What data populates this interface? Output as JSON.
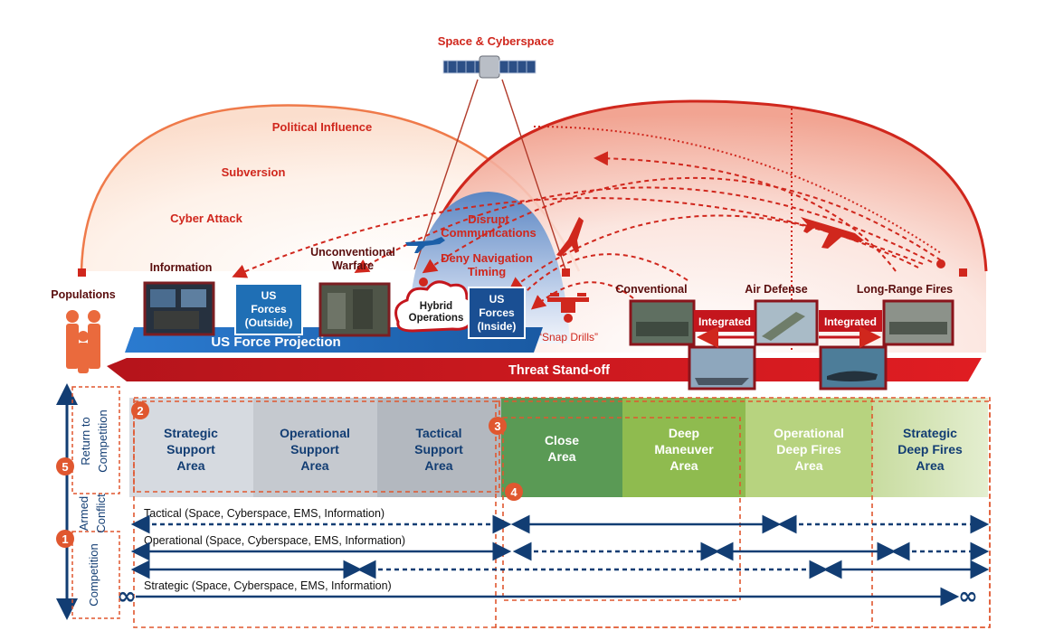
{
  "space": {
    "label": "Space & Cyberspace"
  },
  "threats": {
    "political": "Political Influence",
    "subversion": "Subversion",
    "cyber": "Cyber Attack",
    "information": "Information",
    "unconventional_1": "Unconventional",
    "unconventional_2": "Warfare",
    "disrupt_1": "Disrupt",
    "disrupt_2": "Communications",
    "deny_1": "Deny Navigation",
    "deny_2": "Timing",
    "snap_drills": "“Snap Drills”",
    "conventional": "Conventional",
    "air_defense": "Air Defense",
    "long_range": "Long-Range Fires",
    "integrated_1": "Integrated",
    "integrated_2": "Integrated"
  },
  "left": {
    "populations": "Populations"
  },
  "us": {
    "outside_1": "US",
    "outside_2": "Forces",
    "outside_3": "(Outside)",
    "inside_1": "US",
    "inside_2": "Forces",
    "inside_3": "(Inside)",
    "hybrid_1": "Hybrid",
    "hybrid_2": "Operations",
    "projection": "US Force Projection"
  },
  "standoff": {
    "label": "Threat Stand-off"
  },
  "areas": [
    {
      "l1": "Strategic",
      "l2": "Support",
      "l3": "Area"
    },
    {
      "l1": "Operational",
      "l2": "Support",
      "l3": "Area"
    },
    {
      "l1": "Tactical",
      "l2": "Support",
      "l3": "Area"
    },
    {
      "l1": "Close",
      "l2": "Area",
      "l3": ""
    },
    {
      "l1": "Deep",
      "l2": "Maneuver",
      "l3": "Area"
    },
    {
      "l1": "Operational",
      "l2": "Deep Fires",
      "l3": "Area"
    },
    {
      "l1": "Strategic",
      "l2": "Deep Fires",
      "l3": "Area"
    }
  ],
  "domains": {
    "tactical": "Tactical (Space, Cyberspace, EMS, Information)",
    "operational": "Operational (Space, Cyberspace, EMS, Information)",
    "strategic": "Strategic (Space, Cyberspace, EMS, Information)",
    "infinity": "∞"
  },
  "side": {
    "return_1": "Return to",
    "return_2": "Competition",
    "armed_1": "Armed",
    "armed_2": "Conflict",
    "competition": "Competition"
  },
  "markers": [
    "1",
    "2",
    "3",
    "4",
    "5"
  ],
  "colors": {
    "threat_red": "#d0271d",
    "dark_red": "#a8141b",
    "navy": "#123d73",
    "us_blue": "#1f6fb5",
    "close_green": "#5a9a55",
    "deep_green": "#8fbb4f"
  }
}
